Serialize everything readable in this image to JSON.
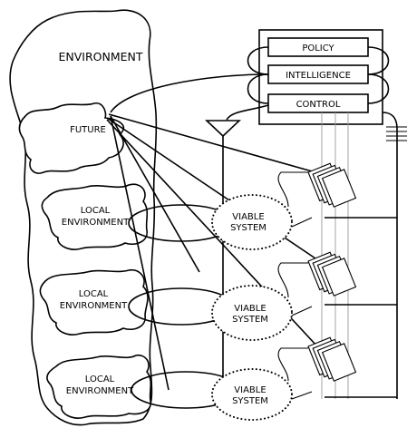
{
  "labels": {
    "environment": "ENVIRONMENT",
    "future": "FUTURE",
    "local_environment": [
      "LOCAL",
      "ENVIRONMENT"
    ],
    "viable_system": [
      "VIABLE",
      "SYSTEM"
    ]
  },
  "management": {
    "boxes": [
      "POLICY",
      "INTELLIGENCE",
      "CONTROL"
    ]
  },
  "operations": [
    {
      "environment_label": [
        "LOCAL",
        "ENVIRONMENT"
      ],
      "system_label": [
        "VIABLE",
        "SYSTEM"
      ]
    },
    {
      "environment_label": [
        "LOCAL",
        "ENVIRONMENT"
      ],
      "system_label": [
        "VIABLE",
        "SYSTEM"
      ]
    },
    {
      "environment_label": [
        "LOCAL",
        "ENVIRONMENT"
      ],
      "system_label": [
        "VIABLE",
        "SYSTEM"
      ]
    }
  ]
}
